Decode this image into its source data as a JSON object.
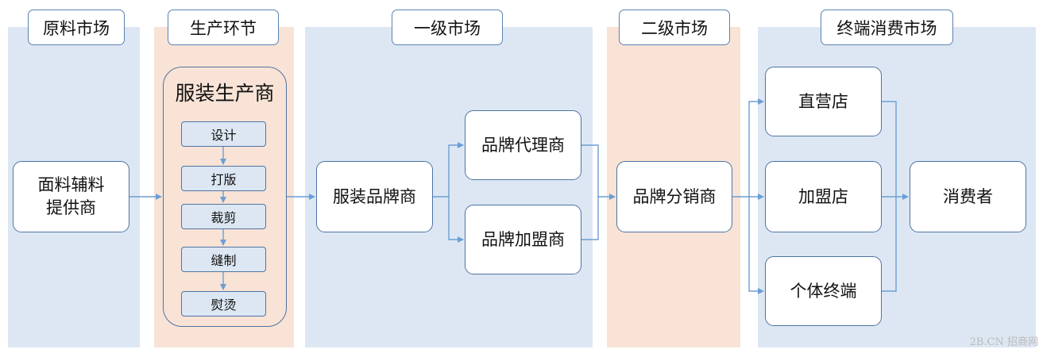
{
  "headers": {
    "raw_market": "原料市场",
    "production": "生产环节",
    "primary_market": "一级市场",
    "secondary_market": "二级市场",
    "terminal_market": "终端消费市场"
  },
  "nodes": {
    "fabric_supplier": "面料辅料\n提供商",
    "manufacturer": "服装生产商",
    "brand_owner": "服装品牌商",
    "brand_agent": "品牌代理商",
    "brand_franchisee": "品牌加盟商",
    "brand_distributor": "品牌分销商",
    "direct_store": "直营店",
    "franchise_store": "加盟店",
    "individual_terminal": "个体终端",
    "consumer": "消费者"
  },
  "production_steps": [
    "设计",
    "打版",
    "裁剪",
    "缝制",
    "熨烫"
  ],
  "watermark": "2B.CN 招商网",
  "colors": {
    "band_blue": "#dde7f3",
    "band_peach": "#f8e3d6",
    "line": "#6b9fd4",
    "border": "#4f74a3"
  }
}
